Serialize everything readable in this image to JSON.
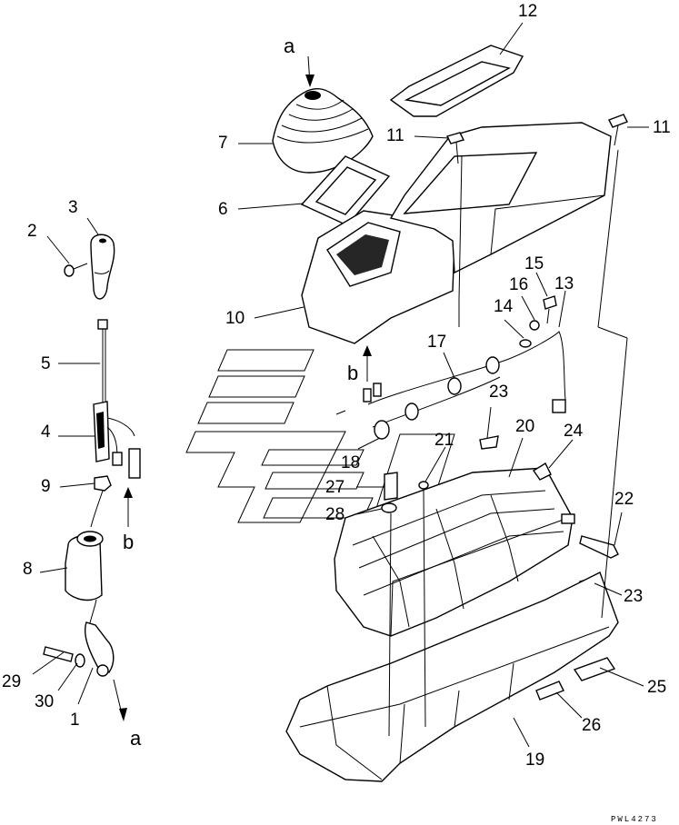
{
  "diagram": {
    "drawing_code": "PWL4273",
    "view_marks": [
      "a",
      "b"
    ],
    "parts": [
      {
        "id": "p1",
        "number": "1"
      },
      {
        "id": "p2",
        "number": "2"
      },
      {
        "id": "p3",
        "number": "3"
      },
      {
        "id": "p4",
        "number": "4"
      },
      {
        "id": "p5",
        "number": "5"
      },
      {
        "id": "p6",
        "number": "6"
      },
      {
        "id": "p7",
        "number": "7"
      },
      {
        "id": "p8",
        "number": "8"
      },
      {
        "id": "p9",
        "number": "9"
      },
      {
        "id": "p10",
        "number": "10"
      },
      {
        "id": "p11a",
        "number": "11"
      },
      {
        "id": "p11b",
        "number": "11"
      },
      {
        "id": "p12",
        "number": "12"
      },
      {
        "id": "p13",
        "number": "13"
      },
      {
        "id": "p14",
        "number": "14"
      },
      {
        "id": "p15",
        "number": "15"
      },
      {
        "id": "p16",
        "number": "16"
      },
      {
        "id": "p17",
        "number": "17"
      },
      {
        "id": "p18",
        "number": "18"
      },
      {
        "id": "p19",
        "number": "19"
      },
      {
        "id": "p20",
        "number": "20"
      },
      {
        "id": "p21",
        "number": "21"
      },
      {
        "id": "p22",
        "number": "22"
      },
      {
        "id": "p23a",
        "number": "23"
      },
      {
        "id": "p23b",
        "number": "23"
      },
      {
        "id": "p24",
        "number": "24"
      },
      {
        "id": "p25",
        "number": "25"
      },
      {
        "id": "p26",
        "number": "26"
      },
      {
        "id": "p27",
        "number": "27"
      },
      {
        "id": "p28",
        "number": "28"
      },
      {
        "id": "p29",
        "number": "29"
      },
      {
        "id": "p30",
        "number": "30"
      }
    ]
  }
}
